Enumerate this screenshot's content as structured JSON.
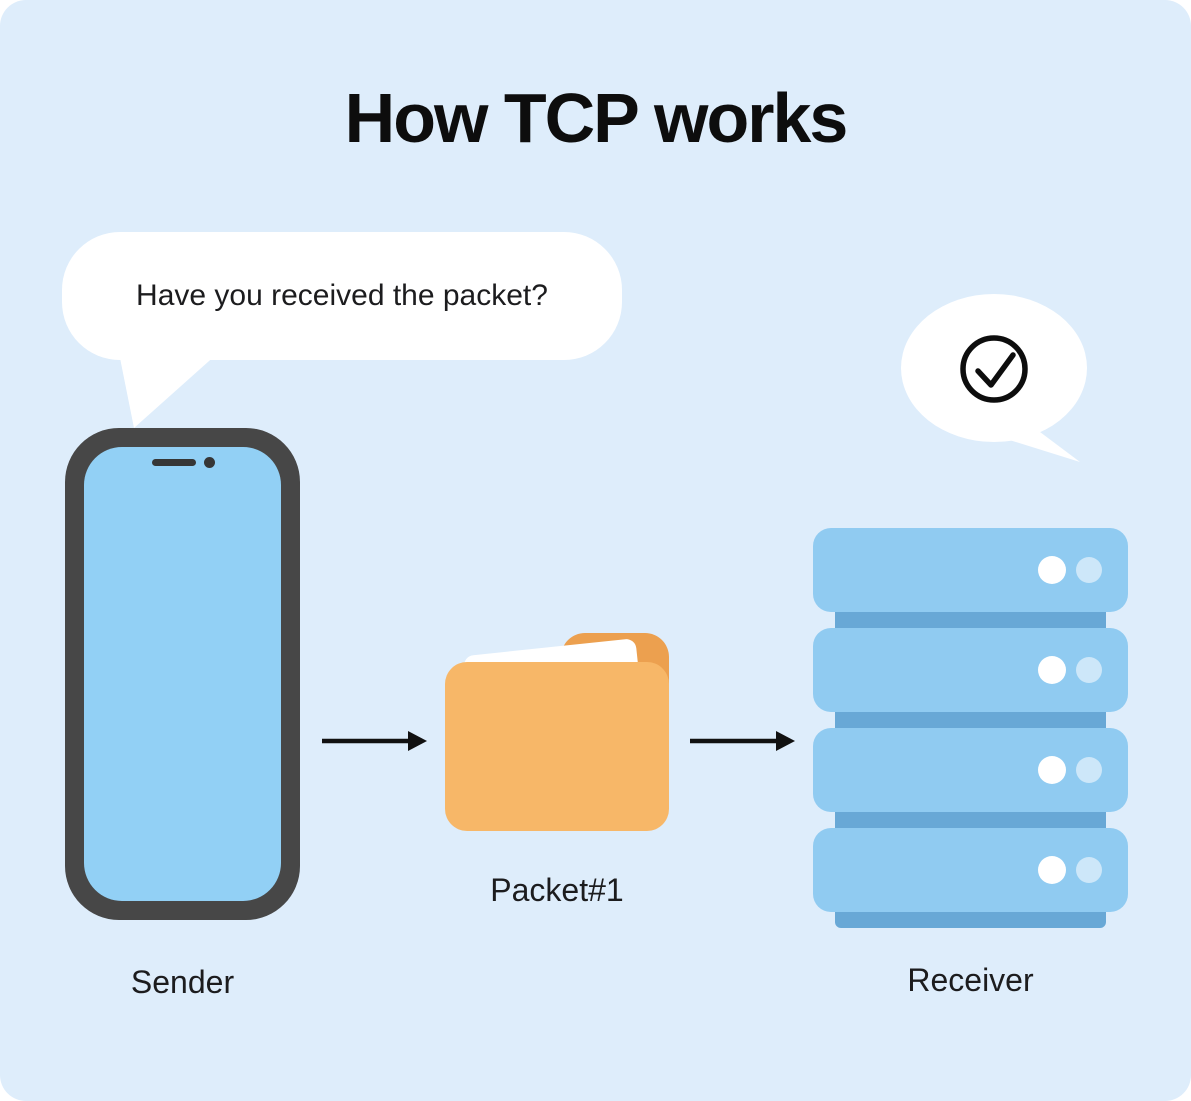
{
  "title": "How TCP works",
  "bubble": {
    "text": "Have you received the packet?"
  },
  "nodes": {
    "sender": {
      "label": "Sender"
    },
    "packet": {
      "label": "Packet#1"
    },
    "receiver": {
      "label": "Receiver"
    }
  },
  "icons": {
    "ack": "check-circle-icon",
    "flow": [
      "phone-icon",
      "arrow-right-icon",
      "folder-icon",
      "arrow-right-icon",
      "server-icon"
    ]
  },
  "colors": {
    "card_bg": "#deedfb",
    "phone_frame": "#474747",
    "phone_screen": "#92d0f5",
    "server_body": "#90cbf1",
    "server_joint": "#68a8d6",
    "folder_front": "#f7b768",
    "folder_back": "#eca04f",
    "bubble_bg": "#ffffff",
    "ink": "#0d0d0d"
  }
}
